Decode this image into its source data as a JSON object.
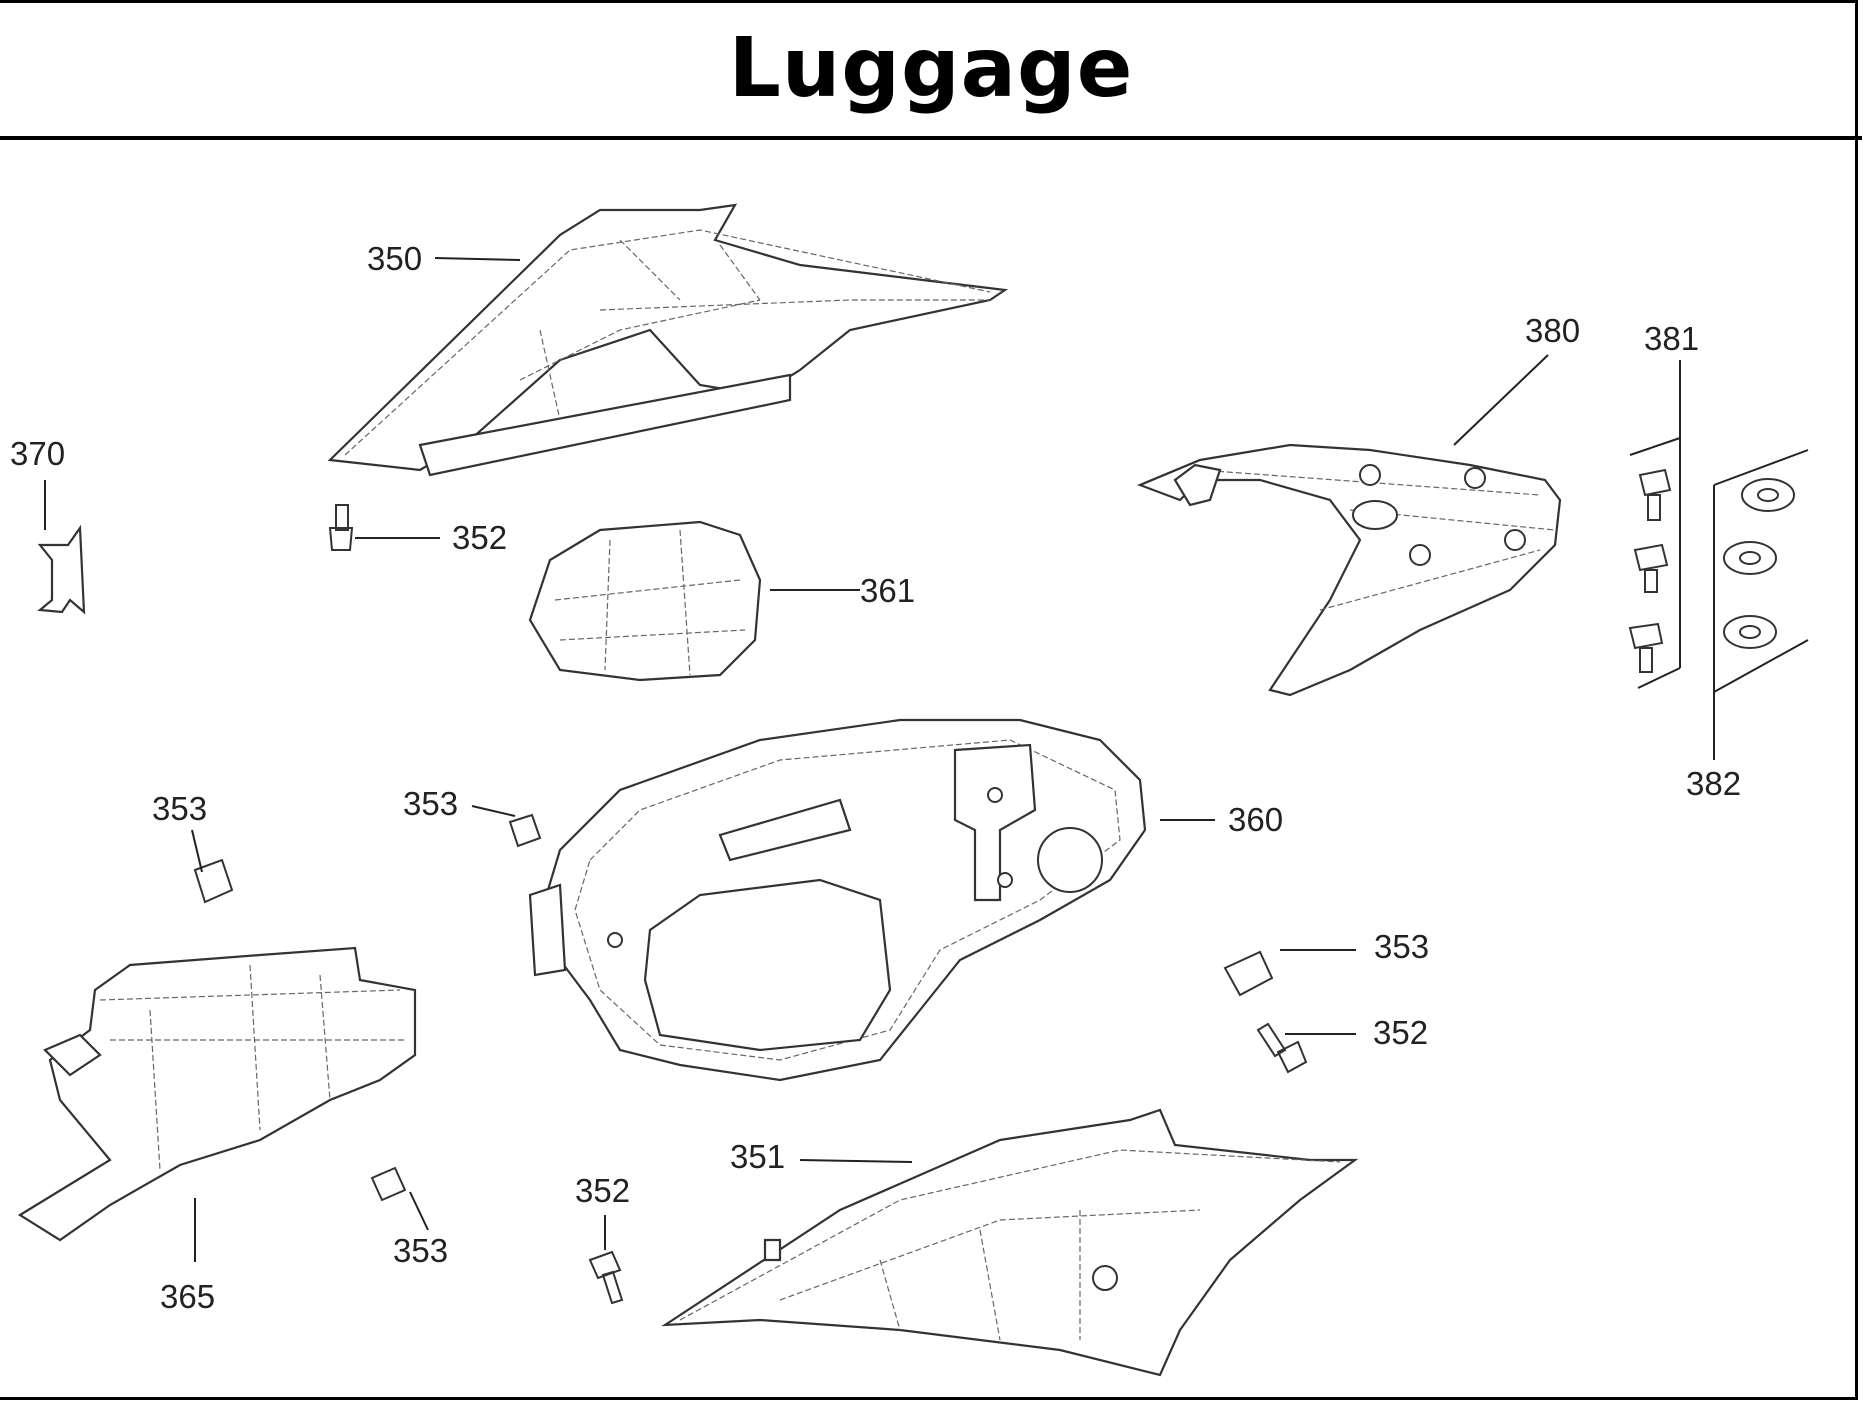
{
  "title": "Luggage",
  "callouts": {
    "c350": "350",
    "c351": "351",
    "c352a": "352",
    "c352b": "352",
    "c352c": "352",
    "c353a": "353",
    "c353b": "353",
    "c353c": "353",
    "c353d": "353",
    "c360": "360",
    "c361": "361",
    "c365": "365",
    "c370": "370",
    "c380": "380",
    "c381": "381",
    "c382": "382"
  }
}
